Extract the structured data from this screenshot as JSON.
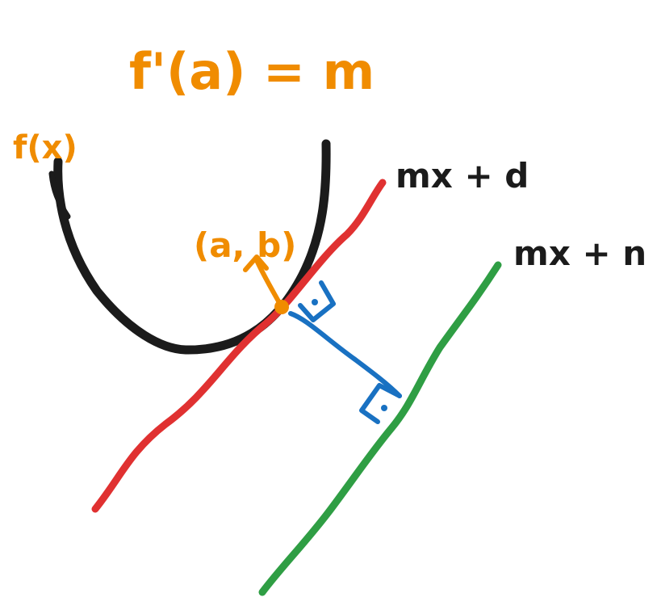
{
  "labels": {
    "derivative": "f'(a) = m",
    "function": "f(x)",
    "point": "(a, b)",
    "tangent_line": "mx + d",
    "parallel_line": "mx + n"
  },
  "colors": {
    "curve": "#1b1b1b",
    "tangent": "#e03131",
    "parallel": "#2f9e44",
    "perpendicular": "#1971c2",
    "annotation": "#f08c00"
  }
}
